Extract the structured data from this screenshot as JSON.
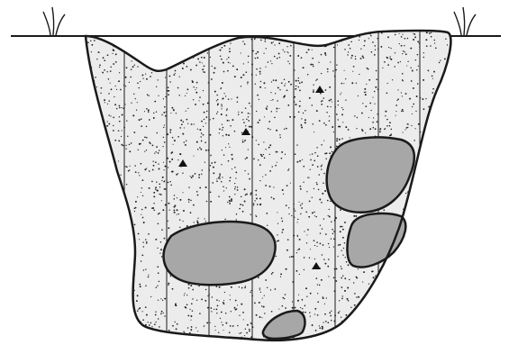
{
  "diagram": {
    "subject": "soil-pit-cross-section",
    "fill_pattern": "stippled-with-vertical-lines",
    "colors": {
      "outline": "#1a1a1a",
      "fill": "#ececec",
      "stipple": "#222222",
      "rock": "#a7a7a7",
      "marker": "#111111"
    },
    "rock_count": 4,
    "marker_count": 4,
    "vegetation_tufts": 2
  }
}
